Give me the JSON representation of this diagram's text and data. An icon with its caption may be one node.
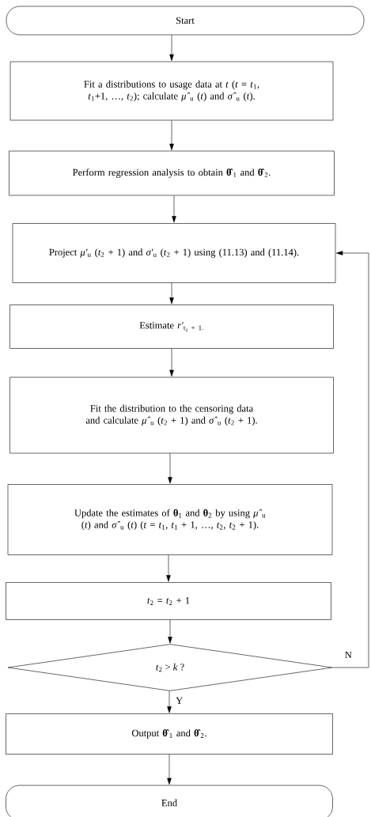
{
  "diagram": {
    "nodes": [
      {
        "text": [
          "Start"
        ]
      },
      {
        "text": [
          "Fit a distributions to usage data at *t* (*t* = *t*$_{1}$, *t*$_{1}$+1, …, *t*$_{2}$); calculate *μ̂*$_{u}$ (*t*) and *σ̂*$_{u}$ (*t*)."
        ]
      },
      {
        "text": [
          "Perform regression analysis to obtain **θ̂**$_{1}$ and **θ̂**$_{2}$."
        ]
      },
      {
        "text": [
          "Project *μ′*$_{u}$ (*t*$_{2}$ + 1) and *σ′*$_{u}$ (*t*$_{2}$ + 1) using (11.13) and (11.14)."
        ]
      },
      {
        "text": [
          "Estimate *r′*$_{t₂ + 1.}$"
        ]
      },
      {
        "text": [
          "Fit the distribution to the censoring data and calculate *μ̂*$_{u}$ (*t*$_{2}$ + 1) and *σ̂*$_{u}$ (*t*$_{2}$ + 1)."
        ]
      },
      {
        "text": [
          "Update the estimates of **θ**$_{1}$ and **θ**$_{2}$ by using *μ̂*$_{u}$ (*t*) and *σ̂*$_{u}$ (*t*) (*t* = *t*$_{1}$, *t*$_{1}$ + 1, …, *t*$_{2}$, *t*$_{2}$ + 1)."
        ]
      },
      {
        "text": [
          "*t*$_{2}$ = *t*$_{2}$ + 1"
        ]
      },
      {
        "text": [
          "*t*$_{2}$ > *k* ?"
        ]
      },
      {
        "text": [
          "Output **θ̂**$_{1}$ and **θ̂**$_{2}$."
        ]
      },
      {
        "text": [
          "End"
        ]
      }
    ],
    "edges": [
      {
        "from": 0,
        "to": 1,
        "arrow": "to"
      },
      {
        "from": 1,
        "to": 2,
        "arrow": "to"
      },
      {
        "from": 2,
        "to": 3,
        "arrow": "to"
      },
      {
        "from": 3,
        "to": 4,
        "arrow": "to"
      },
      {
        "from": 4,
        "to": 5,
        "arrow": "to"
      },
      {
        "from": 5,
        "to": 6,
        "arrow": "to"
      },
      {
        "from": 6,
        "to": 7,
        "arrow": "to"
      },
      {
        "from": 7,
        "to": 8,
        "arrow": "to"
      },
      {
        "from": 8,
        "to": 9,
        "arrow": "to",
        "label": "Y"
      },
      {
        "from": 9,
        "to": 10,
        "arrow": "to"
      },
      {
        "from": 8,
        "to": 3,
        "arrow": "to",
        "label": "N"
      }
    ]
  }
}
